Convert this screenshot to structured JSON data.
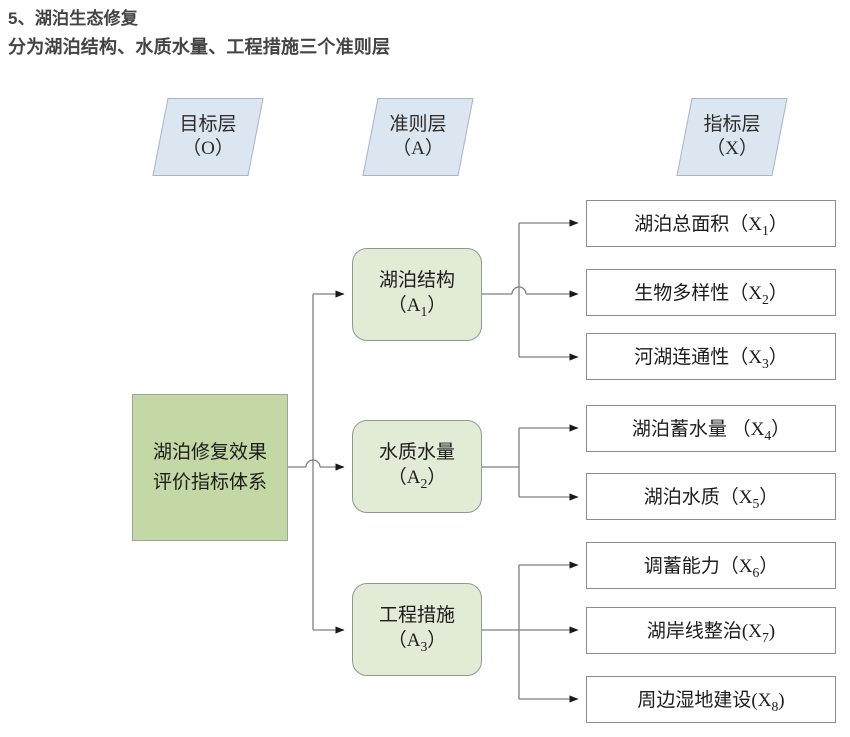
{
  "heading": {
    "line1": "5、湖泊生态修复",
    "line2": "分为湖泊结构、水质水量、工程措施三个准则层"
  },
  "layer_tags": [
    {
      "name": "goal-layer-tag",
      "title": "目标层",
      "code": "（O）"
    },
    {
      "name": "criteria-layer-tag",
      "title": "准则层",
      "code": "（A）"
    },
    {
      "name": "indicator-layer-tag",
      "title": "指标层",
      "code": "（X）"
    }
  ],
  "root": {
    "label": "湖泊修复效果评价指标体系"
  },
  "criteria": [
    {
      "title": "湖泊结构",
      "code_open": "（A",
      "code_sub": "1",
      "code_close": "）"
    },
    {
      "title": "水质水量",
      "code_open": "（A",
      "code_sub": "2",
      "code_close": "）"
    },
    {
      "title": "工程措施",
      "code_open": "（A",
      "code_sub": "3",
      "code_close": "）"
    }
  ],
  "indicators": [
    {
      "label": "湖泊总面积（X",
      "sub": "1",
      "close": "）"
    },
    {
      "label": "生物多样性（X",
      "sub": "2",
      "close": "）"
    },
    {
      "label": "河湖连通性（X",
      "sub": "3",
      "close": "）"
    },
    {
      "label": "湖泊蓄水量 （X",
      "sub": "4",
      "close": "）"
    },
    {
      "label": "湖泊水质（X",
      "sub": "5",
      "close": "）"
    },
    {
      "label": "调蓄能力（X",
      "sub": "6",
      "close": "）"
    },
    {
      "label": "湖岸线整治(X",
      "sub": "7",
      "close": ")"
    },
    {
      "label": "周边湿地建设(X",
      "sub": "8",
      "close": ")"
    }
  ],
  "colors": {
    "tag_fill": "#dce6f1",
    "tag_border": "#a6b5c8",
    "root_fill": "#c3d8a4",
    "criteria_fill": "#e2ebd6",
    "indicator_fill": "#ffffff",
    "connector": "#7f7f7f",
    "heading_text": "#434343"
  }
}
